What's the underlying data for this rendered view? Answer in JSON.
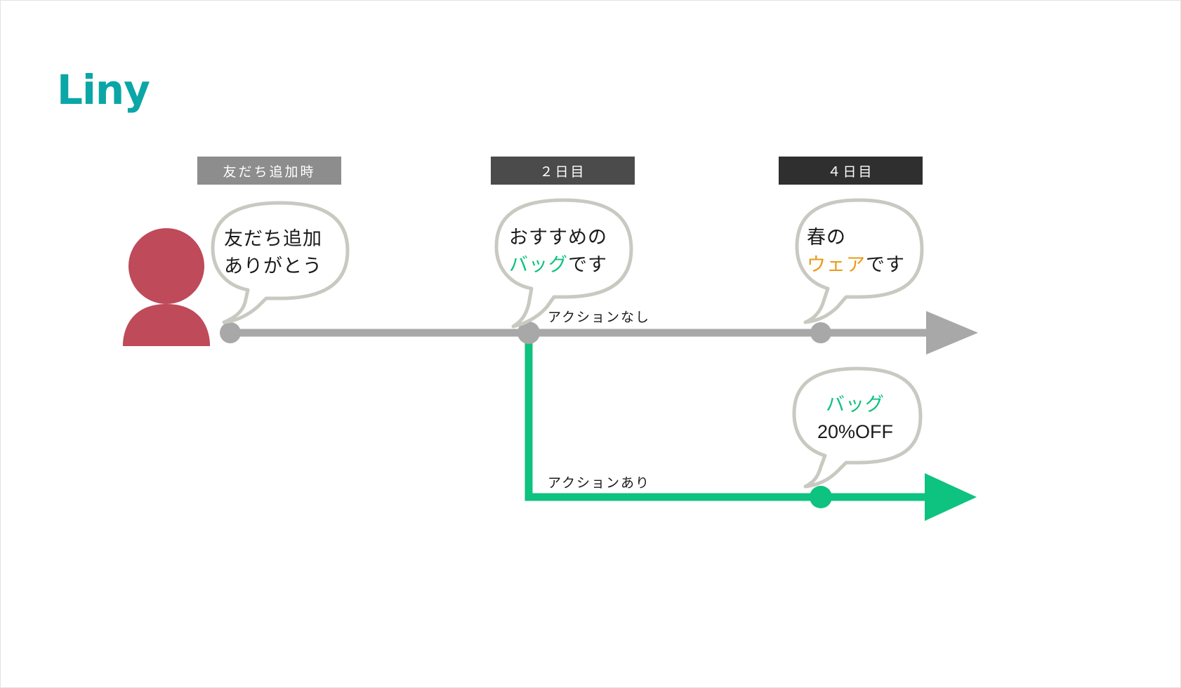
{
  "brand": {
    "logo_text": "Liny",
    "logo_color": "#0BA6A6"
  },
  "colors": {
    "avatar": "#BE4A5A",
    "timeline_gray": "#a8a8a8",
    "branch_green": "#0ec27f",
    "bubble_stroke": "#c9c9c2",
    "highlight_green": "#0ec27f",
    "highlight_orange": "#eb9a18"
  },
  "timeline": {
    "stages": [
      {
        "label": "友だち追加時",
        "chip_color": "#8d8d8d"
      },
      {
        "label": "２日目",
        "chip_color": "#4b4b4b"
      },
      {
        "label": "４日目",
        "chip_color": "#2f2f2f"
      }
    ],
    "branch_labels": [
      {
        "text": "アクションなし",
        "branch": "no-action"
      },
      {
        "text": "アクションあり",
        "branch": "has-action"
      }
    ]
  },
  "bubbles": [
    {
      "id": "welcome",
      "lines": [
        [
          {
            "text": "友だち追加",
            "color": "black"
          }
        ],
        [
          {
            "text": "ありがとう",
            "color": "black"
          }
        ]
      ]
    },
    {
      "id": "recommend-bag",
      "lines": [
        [
          {
            "text": "おすすめの",
            "color": "black"
          }
        ],
        [
          {
            "text": "バッグ",
            "color": "green"
          },
          {
            "text": "です",
            "color": "black"
          }
        ]
      ]
    },
    {
      "id": "spring-wear",
      "lines": [
        [
          {
            "text": "春の",
            "color": "black"
          }
        ],
        [
          {
            "text": "ウェア",
            "color": "orange"
          },
          {
            "text": "です",
            "color": "black"
          }
        ]
      ]
    },
    {
      "id": "bag-discount",
      "lines": [
        [
          {
            "text": "バッグ",
            "color": "green"
          }
        ],
        [
          {
            "text": "20%OFF",
            "color": "black",
            "numeric": true
          }
        ]
      ]
    }
  ],
  "icons": {
    "avatar": "person-icon",
    "arrow_gray": "arrow-right-icon",
    "arrow_green": "arrow-right-icon"
  }
}
